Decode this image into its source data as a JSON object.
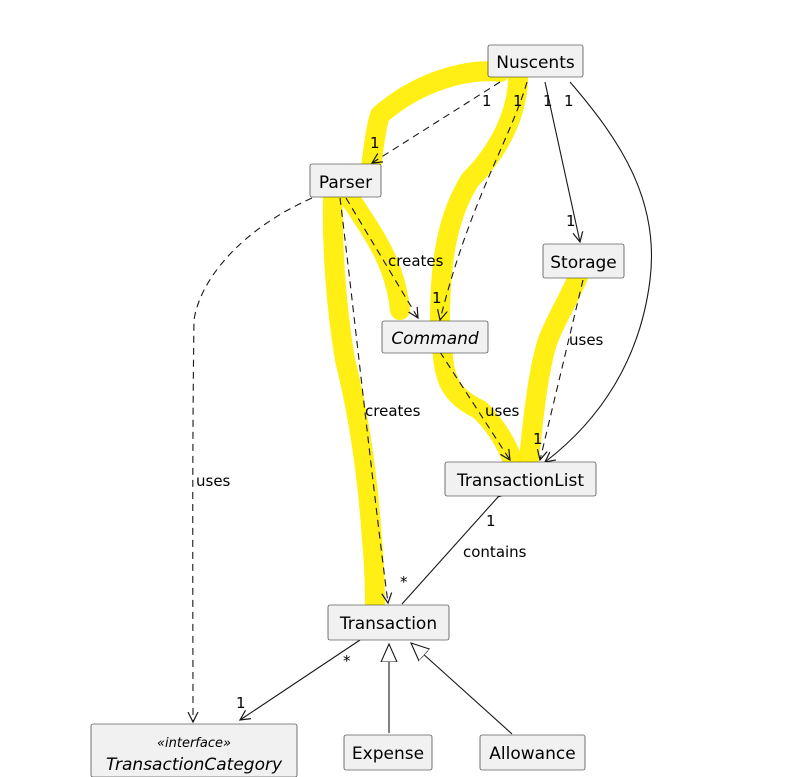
{
  "diagram": {
    "classes": {
      "nuscents": {
        "name": "Nuscents"
      },
      "parser": {
        "name": "Parser"
      },
      "storage": {
        "name": "Storage"
      },
      "command": {
        "name": "Command"
      },
      "transaction_list": {
        "name": "TransactionList"
      },
      "transaction": {
        "name": "Transaction"
      },
      "transaction_category": {
        "stereotype": "«interface»",
        "name": "TransactionCategory"
      },
      "expense": {
        "name": "Expense"
      },
      "allowance": {
        "name": "Allowance"
      }
    },
    "edge_labels": {
      "parser_creates_command": "creates",
      "parser_creates_transaction": "creates",
      "parser_uses_category": "uses",
      "storage_uses_list": "uses",
      "command_uses_list": "uses",
      "list_contains_transaction": "contains"
    },
    "multiplicities": {
      "nuscents_parser_src": "1",
      "nuscents_parser_dst": "1",
      "nuscents_command_src": "1",
      "nuscents_command_dst": "1",
      "nuscents_storage_src": "1",
      "nuscents_storage_dst": "1",
      "nuscents_list_src": "1",
      "nuscents_list_dst": "1",
      "list_transaction_src": "1",
      "list_transaction_dst": "*",
      "transaction_category_src": "*",
      "transaction_category_dst": "1"
    },
    "highlight_color": "#ffee00",
    "node_fill": "#f1f1f1",
    "edge_color": "#181818"
  }
}
